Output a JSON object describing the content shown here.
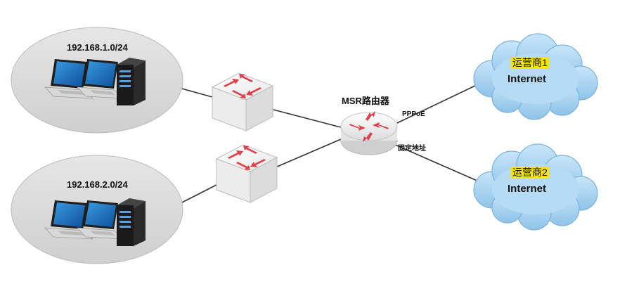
{
  "lan1": {
    "subnet": "192.168.1.0/24"
  },
  "lan2": {
    "subnet": "192.168.2.0/24"
  },
  "router": {
    "label": "MSR路由器"
  },
  "links": {
    "wan1": "PPPoE",
    "wan2": "固定地址"
  },
  "isp1": {
    "name": "运营商1",
    "net": "Internet"
  },
  "isp2": {
    "name": "运营商2",
    "net": "Internet"
  },
  "colors": {
    "lan_ellipse": "#d9d9d9",
    "cloud": "#a9d3ef",
    "isp_highlight": "#f5e600",
    "switch_arrow": "#e0404a",
    "line": "#333333"
  }
}
